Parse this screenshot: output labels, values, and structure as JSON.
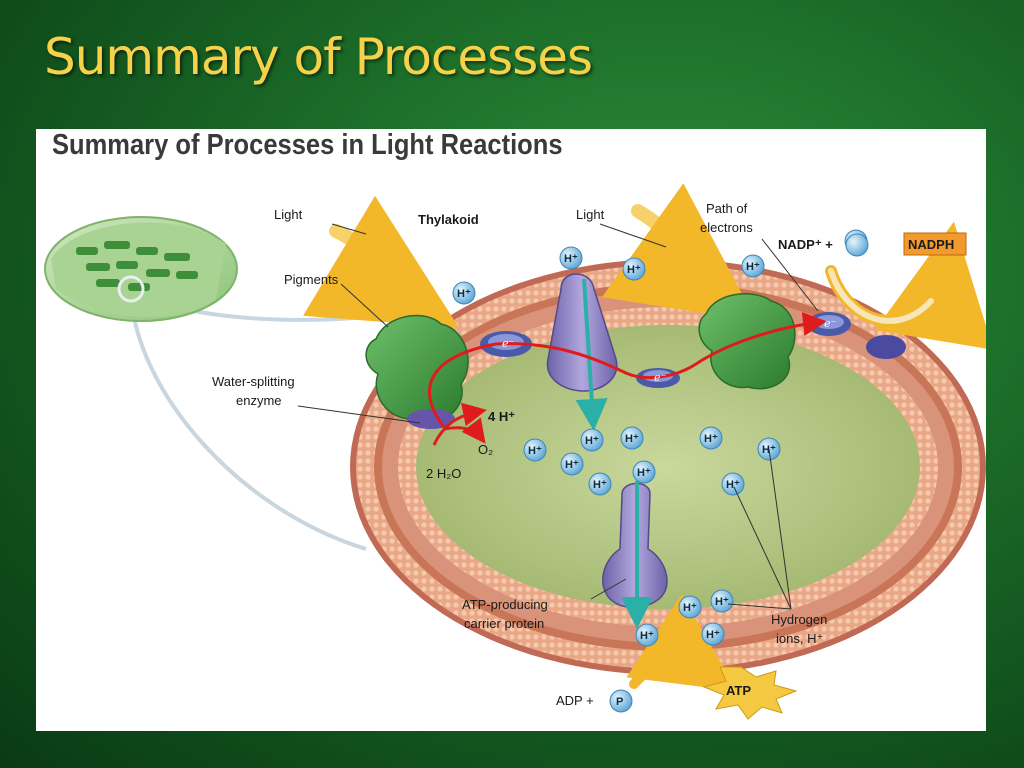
{
  "slide_title": "Summary of Processes",
  "figure": {
    "title": "Summary of Processes in Light Reactions",
    "labels": {
      "light_left": "Light",
      "thylakoid": "Thylakoid",
      "light_right": "Light",
      "path_of_electrons": [
        "Path of",
        "electrons"
      ],
      "pigments": "Pigments",
      "water_splitting": [
        "Water-splitting",
        "enzyme"
      ],
      "four_h": "4 H⁺",
      "o2": "O₂",
      "two_h2o": "2 H₂O",
      "nadp_plus": "NADP⁺ +",
      "nadph": "NADPH",
      "atp_protein": [
        "ATP-producing",
        "carrier protein"
      ],
      "hydrogen_ions": [
        "Hydrogen",
        "ions, H⁺"
      ],
      "adp_plus": "ADP +",
      "p": "P",
      "atp": "ATP"
    },
    "ion_label": "H⁺",
    "electron_label": "e⁻",
    "colors": {
      "membrane": "#d98a6a",
      "membrane_head": "#f0b89a",
      "lumen": "#b9c98a",
      "photosystem": "#3f9a3f",
      "protein": "#8f7fc2",
      "electron_path": "#e01b1b",
      "ion": "#6fb4e0",
      "nadph_box": "#f29a2e",
      "light_arrow": "#f7d26a"
    }
  }
}
